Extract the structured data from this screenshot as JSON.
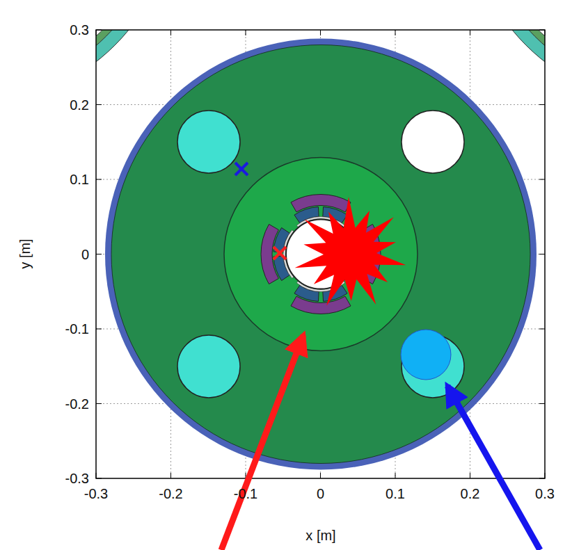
{
  "diagram": {
    "labels": [
      "0.3",
      "0.2",
      "0.1",
      "0",
      "-0.1",
      "-0.2",
      "-0.3",
      "-0.3",
      "-0.2",
      "-0.1",
      "0",
      "0.1",
      "0.2",
      "0.3",
      "y [m]",
      "x [m]"
    ]
  }
}
